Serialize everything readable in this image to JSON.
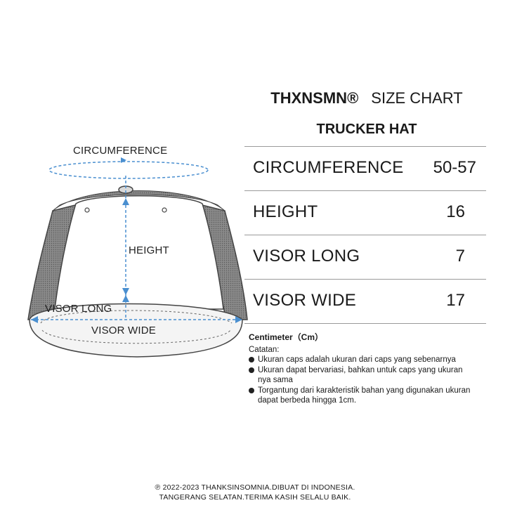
{
  "diagram": {
    "labels": {
      "circumference": "CIRCUMFERENCE",
      "height": "HEIGHT",
      "visor_long": "VISOR LONG",
      "visor_wide": "VISOR WIDE"
    },
    "colors": {
      "mesh": "#6b6b6b",
      "outline": "#444444",
      "dashed_line": "#4a8fd0"
    }
  },
  "header": {
    "brand": "THXNSMN®",
    "chart_title": "SIZE CHART",
    "product": "TRUCKER HAT"
  },
  "size_table": [
    {
      "name": "CIRCUMFERENCE",
      "value": "50-57"
    },
    {
      "name": "HEIGHT",
      "value": "16"
    },
    {
      "name": "VISOR LONG",
      "value": "7"
    },
    {
      "name": "VISOR WIDE",
      "value": "17"
    }
  ],
  "unit_label": "Centimeter（Cm）",
  "notes": {
    "title": "Catatan:",
    "items": [
      "Ukuran caps adalah ukuran dari caps yang sebenarnya",
      "Ukuran dapat bervariasi, bahkan untuk caps yang ukuran nya sama",
      "Torgantung dari karakteristik bahan yang digunakan ukuran dapat berbeda hingga 1cm."
    ]
  },
  "footer": {
    "line1": "℗ 2022-2023 THANKSINSOMNIA.DIBUAT DI INDONESIA.",
    "line2": "TANGERANG SELATAN.TERIMA KASIH SELALU BAIK."
  }
}
